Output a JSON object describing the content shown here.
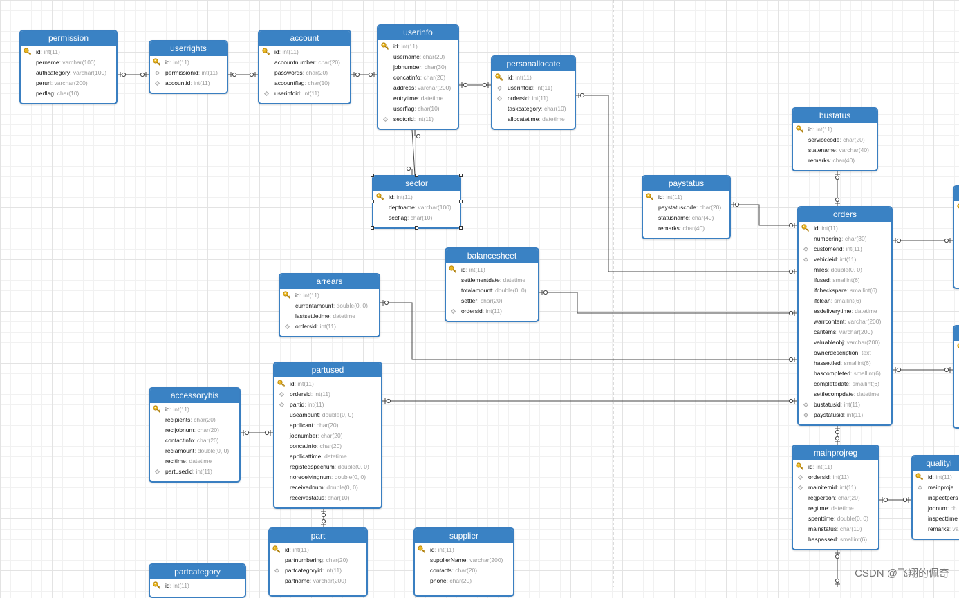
{
  "watermark": "CSDN @飞翔的佩奇",
  "entities": [
    {
      "key": "permission",
      "title": "permission",
      "fields": [
        {
          "name": "id",
          "type": "int(11)",
          "kind": "pk"
        },
        {
          "name": "pername",
          "type": "varchar(100)",
          "kind": "plain"
        },
        {
          "name": "authcategory",
          "type": "varchar(100)",
          "kind": "plain"
        },
        {
          "name": "perurl",
          "type": "varchar(200)",
          "kind": "plain"
        },
        {
          "name": "perflag",
          "type": "char(10)",
          "kind": "plain"
        }
      ]
    },
    {
      "key": "userrights",
      "title": "userrights",
      "fields": [
        {
          "name": "id",
          "type": "int(11)",
          "kind": "pk"
        },
        {
          "name": "permissionid",
          "type": "int(11)",
          "kind": "fk"
        },
        {
          "name": "accountid",
          "type": "int(11)",
          "kind": "fk"
        }
      ]
    },
    {
      "key": "account",
      "title": "account",
      "fields": [
        {
          "name": "id",
          "type": "int(11)",
          "kind": "pk"
        },
        {
          "name": "accountnumber",
          "type": "char(20)",
          "kind": "plain"
        },
        {
          "name": "passwords",
          "type": "char(20)",
          "kind": "plain"
        },
        {
          "name": "accountflag",
          "type": "char(10)",
          "kind": "plain"
        },
        {
          "name": "userinfoid",
          "type": "int(11)",
          "kind": "fk"
        }
      ]
    },
    {
      "key": "userinfo",
      "title": "userinfo",
      "fields": [
        {
          "name": "id",
          "type": "int(11)",
          "kind": "pk"
        },
        {
          "name": "username",
          "type": "char(20)",
          "kind": "plain"
        },
        {
          "name": "jobnumber",
          "type": "char(30)",
          "kind": "plain"
        },
        {
          "name": "concatinfo",
          "type": "char(20)",
          "kind": "plain"
        },
        {
          "name": "address",
          "type": "varchar(200)",
          "kind": "plain"
        },
        {
          "name": "entrytime",
          "type": "datetime",
          "kind": "plain"
        },
        {
          "name": "userflag",
          "type": "char(10)",
          "kind": "plain"
        },
        {
          "name": "sectorid",
          "type": "int(11)",
          "kind": "fk"
        }
      ]
    },
    {
      "key": "personalallocate",
      "title": "personallocate",
      "fields": [
        {
          "name": "id",
          "type": "int(11)",
          "kind": "pk"
        },
        {
          "name": "userinfoid",
          "type": "int(11)",
          "kind": "fk"
        },
        {
          "name": "ordersid",
          "type": "int(11)",
          "kind": "fk"
        },
        {
          "name": "taskcategory",
          "type": "char(10)",
          "kind": "plain"
        },
        {
          "name": "allocatetime",
          "type": "datetime",
          "kind": "plain"
        }
      ]
    },
    {
      "key": "sector",
      "title": "sector",
      "fields": [
        {
          "name": "id",
          "type": "int(11)",
          "kind": "pk"
        },
        {
          "name": "deptname",
          "type": "varchar(100)",
          "kind": "plain"
        },
        {
          "name": "secflag",
          "type": "char(10)",
          "kind": "plain"
        }
      ]
    },
    {
      "key": "bustatus",
      "title": "bustatus",
      "fields": [
        {
          "name": "id",
          "type": "int(11)",
          "kind": "pk"
        },
        {
          "name": "servicecode",
          "type": "char(20)",
          "kind": "plain"
        },
        {
          "name": "statename",
          "type": "varchar(40)",
          "kind": "plain"
        },
        {
          "name": "remarks",
          "type": "char(40)",
          "kind": "plain"
        }
      ]
    },
    {
      "key": "paystatus",
      "title": "paystatus",
      "fields": [
        {
          "name": "id",
          "type": "int(11)",
          "kind": "pk"
        },
        {
          "name": "paystatuscode",
          "type": "char(20)",
          "kind": "plain"
        },
        {
          "name": "statusname",
          "type": "char(40)",
          "kind": "plain"
        },
        {
          "name": "remarks",
          "type": "char(40)",
          "kind": "plain"
        }
      ]
    },
    {
      "key": "orders",
      "title": "orders",
      "fields": [
        {
          "name": "id",
          "type": "int(11)",
          "kind": "pk"
        },
        {
          "name": "numbering",
          "type": "char(30)",
          "kind": "plain"
        },
        {
          "name": "customerid",
          "type": "int(11)",
          "kind": "fk"
        },
        {
          "name": "vehicleid",
          "type": "int(11)",
          "kind": "fk"
        },
        {
          "name": "miles",
          "type": "double(0, 0)",
          "kind": "plain"
        },
        {
          "name": "ifused",
          "type": "smallint(6)",
          "kind": "plain"
        },
        {
          "name": "ifcheckspare",
          "type": "smallint(6)",
          "kind": "plain"
        },
        {
          "name": "ifclean",
          "type": "smallint(6)",
          "kind": "plain"
        },
        {
          "name": "esdeliverytime",
          "type": "datetime",
          "kind": "plain"
        },
        {
          "name": "warrcontent",
          "type": "varchar(200)",
          "kind": "plain"
        },
        {
          "name": "caritems",
          "type": "varchar(200)",
          "kind": "plain"
        },
        {
          "name": "valuableobj",
          "type": "varchar(200)",
          "kind": "plain"
        },
        {
          "name": "ownerdescription",
          "type": "text",
          "kind": "plain"
        },
        {
          "name": "hassettled",
          "type": "smallint(6)",
          "kind": "plain"
        },
        {
          "name": "hascompleted",
          "type": "smallint(6)",
          "kind": "plain"
        },
        {
          "name": "completedate",
          "type": "smallint(6)",
          "kind": "plain"
        },
        {
          "name": "settlecompdate",
          "type": "datetime",
          "kind": "plain"
        },
        {
          "name": "bustatusid",
          "type": "int(11)",
          "kind": "fk"
        },
        {
          "name": "paystatusid",
          "type": "int(11)",
          "kind": "fk"
        }
      ]
    },
    {
      "key": "balancesheet",
      "title": "balancesheet",
      "fields": [
        {
          "name": "id",
          "type": "int(11)",
          "kind": "pk"
        },
        {
          "name": "settlementdate",
          "type": "datetime",
          "kind": "plain"
        },
        {
          "name": "totalamount",
          "type": "double(0, 0)",
          "kind": "plain"
        },
        {
          "name": "settler",
          "type": "char(20)",
          "kind": "plain"
        },
        {
          "name": "ordersid",
          "type": "int(11)",
          "kind": "fk"
        }
      ]
    },
    {
      "key": "arrears",
      "title": "arrears",
      "fields": [
        {
          "name": "id",
          "type": "int(11)",
          "kind": "pk"
        },
        {
          "name": "currentamount",
          "type": "double(0, 0)",
          "kind": "plain"
        },
        {
          "name": "lastsettletime",
          "type": "datetime",
          "kind": "plain"
        },
        {
          "name": "ordersid",
          "type": "int(11)",
          "kind": "fk"
        }
      ]
    },
    {
      "key": "partused",
      "title": "partused",
      "fields": [
        {
          "name": "id",
          "type": "int(11)",
          "kind": "pk"
        },
        {
          "name": "ordersid",
          "type": "int(11)",
          "kind": "fk"
        },
        {
          "name": "partid",
          "type": "int(11)",
          "kind": "fk"
        },
        {
          "name": "useamount",
          "type": "double(0, 0)",
          "kind": "plain"
        },
        {
          "name": "applicant",
          "type": "char(20)",
          "kind": "plain"
        },
        {
          "name": "jobnumber",
          "type": "char(20)",
          "kind": "plain"
        },
        {
          "name": "concatinfo",
          "type": "char(20)",
          "kind": "plain"
        },
        {
          "name": "applicattime",
          "type": "datetime",
          "kind": "plain"
        },
        {
          "name": "registedspecnum",
          "type": "double(0, 0)",
          "kind": "plain"
        },
        {
          "name": "noreceivingnum",
          "type": "double(0, 0)",
          "kind": "plain"
        },
        {
          "name": "receivednum",
          "type": "double(0, 0)",
          "kind": "plain"
        },
        {
          "name": "receivestatus",
          "type": "char(10)",
          "kind": "plain"
        }
      ]
    },
    {
      "key": "accessoryhis",
      "title": "accessoryhis",
      "fields": [
        {
          "name": "id",
          "type": "int(11)",
          "kind": "pk"
        },
        {
          "name": "recipients",
          "type": "char(20)",
          "kind": "plain"
        },
        {
          "name": "recijobnum",
          "type": "char(20)",
          "kind": "plain"
        },
        {
          "name": "contactinfo",
          "type": "char(20)",
          "kind": "plain"
        },
        {
          "name": "reciamount",
          "type": "double(0, 0)",
          "kind": "plain"
        },
        {
          "name": "recitime",
          "type": "datetime",
          "kind": "plain"
        },
        {
          "name": "partusedid",
          "type": "int(11)",
          "kind": "fk"
        }
      ]
    },
    {
      "key": "mainprojreg",
      "title": "mainprojreg",
      "fields": [
        {
          "name": "id",
          "type": "int(11)",
          "kind": "pk"
        },
        {
          "name": "ordersid",
          "type": "int(11)",
          "kind": "fk"
        },
        {
          "name": "mainitemid",
          "type": "int(11)",
          "kind": "fk"
        },
        {
          "name": "regperson",
          "type": "char(20)",
          "kind": "plain"
        },
        {
          "name": "regtime",
          "type": "datetime",
          "kind": "plain"
        },
        {
          "name": "spenttime",
          "type": "double(0, 0)",
          "kind": "plain"
        },
        {
          "name": "mainstatus",
          "type": "char(10)",
          "kind": "plain"
        },
        {
          "name": "haspassed",
          "type": "smallint(6)",
          "kind": "plain"
        }
      ]
    },
    {
      "key": "qualityi",
      "title": "qualityi",
      "fields": [
        {
          "name": "id",
          "type": "int(11)",
          "kind": "pk"
        },
        {
          "name": "mainproje",
          "type": "",
          "kind": "fk"
        },
        {
          "name": "inspectpers",
          "type": "",
          "kind": "plain"
        },
        {
          "name": "jobnum",
          "type": "ch",
          "kind": "plain"
        },
        {
          "name": "inspecttime",
          "type": "",
          "kind": "plain"
        },
        {
          "name": "remarks",
          "type": "va",
          "kind": "plain"
        }
      ]
    },
    {
      "key": "part",
      "title": "part",
      "fields": [
        {
          "name": "id",
          "type": "int(11)",
          "kind": "pk"
        },
        {
          "name": "partnumbering",
          "type": "char(20)",
          "kind": "plain"
        },
        {
          "name": "partcategoryid",
          "type": "int(11)",
          "kind": "fk"
        },
        {
          "name": "partname",
          "type": "varchar(200)",
          "kind": "plain"
        }
      ]
    },
    {
      "key": "supplier",
      "title": "supplier",
      "fields": [
        {
          "name": "id",
          "type": "int(11)",
          "kind": "pk"
        },
        {
          "name": "supplierName",
          "type": "varchar(200)",
          "kind": "plain"
        },
        {
          "name": "contacts",
          "type": "char(20)",
          "kind": "plain"
        },
        {
          "name": "phone",
          "type": "char(20)",
          "kind": "plain"
        }
      ]
    },
    {
      "key": "partcategory",
      "title": "partcategory",
      "fields": [
        {
          "name": "id",
          "type": "int(11)",
          "kind": "pk"
        }
      ]
    },
    {
      "key": "edge1",
      "title": "",
      "fields": [
        {
          "name": "",
          "type": "",
          "kind": "pk"
        }
      ]
    },
    {
      "key": "edge2",
      "title": "",
      "fields": [
        {
          "name": "",
          "type": "",
          "kind": "pk"
        }
      ]
    }
  ]
}
